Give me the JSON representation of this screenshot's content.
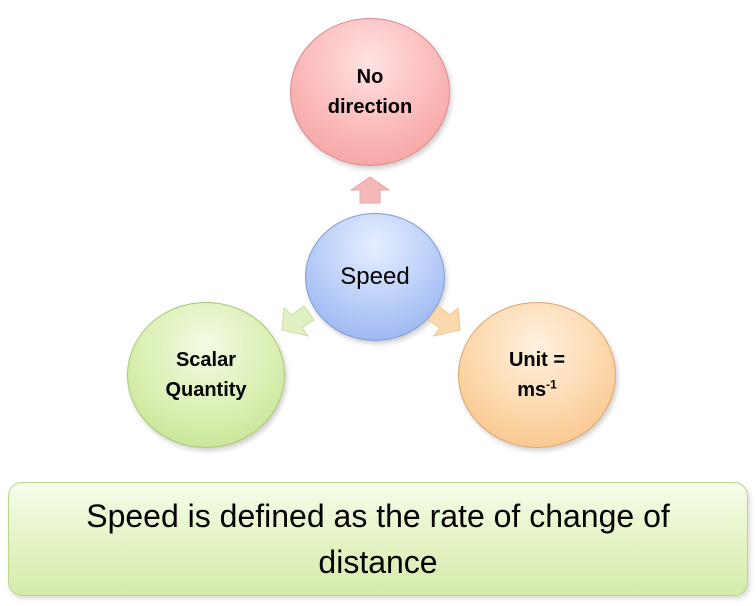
{
  "diagram": {
    "center": {
      "label": "Speed"
    },
    "top": {
      "label_line1": "No",
      "label_line2": "direction"
    },
    "left": {
      "label_line1": "Scalar",
      "label_line2": "Quantity"
    },
    "right": {
      "label_line1": "Unit =",
      "label_unit": "ms",
      "label_exponent": "-1"
    }
  },
  "definition": {
    "line1": "Speed is defined as the rate of change of",
    "line2": "distance"
  },
  "colors": {
    "top_circle": "#fbb8b8",
    "center_circle": "#b6cbf7",
    "left_circle": "#d9efb1",
    "right_circle": "#fcd7aa",
    "definition_box": "#e4f3c4"
  }
}
